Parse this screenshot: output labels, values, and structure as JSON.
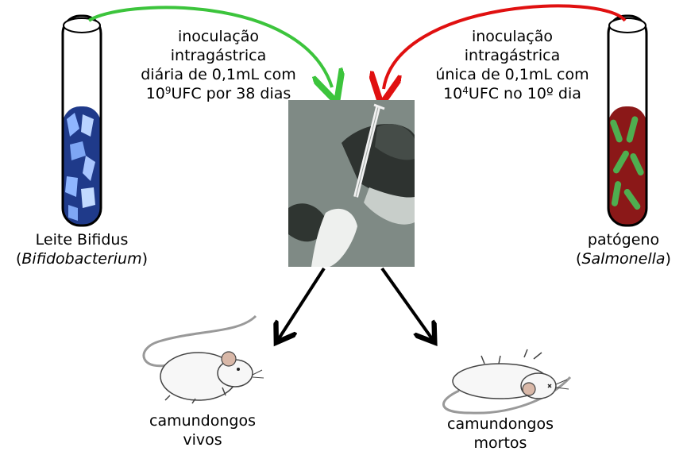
{
  "left_tube": {
    "name": "Leite Bifidus",
    "organism": "Bifidobacterium",
    "colors": {
      "liquid": "#1f3a8a",
      "highlight": "#8fb6ff"
    }
  },
  "right_tube": {
    "name": "patógeno",
    "organism": "Salmonella",
    "colors": {
      "liquid": "#8b1818",
      "rods": "#4fae4f"
    }
  },
  "left_text": {
    "line1": "inoculação",
    "line2": "intragástrica",
    "line3": "diária de 0,1mL com",
    "line4_a": "10",
    "line4_sup": "9",
    "line4_b": "UFC por 38 dias"
  },
  "right_text": {
    "line1": "inoculação",
    "line2": "intragástrica",
    "line3": "única de 0,1mL com",
    "line4_a": "10",
    "line4_sup": "4",
    "line4_b": "UFC no 10º dia"
  },
  "arrows": {
    "left_color": "#3cc43c",
    "right_color": "#e01010",
    "result_color": "#000000"
  },
  "outcomes": {
    "alive_line1": "camundongos",
    "alive_line2": "vivos",
    "dead_line1": "camundongos",
    "dead_line2": "mortos"
  }
}
